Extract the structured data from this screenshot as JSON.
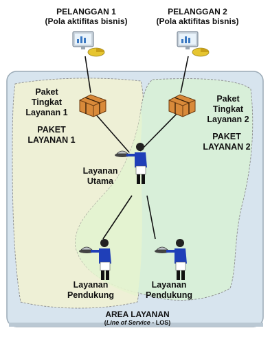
{
  "customers": [
    {
      "title": "PELANGGAN 1",
      "subtitle": "(Pola aktifitas bisnis)"
    },
    {
      "title": "PELANGGAN 2",
      "subtitle": "(Pola aktifitas bisnis)"
    }
  ],
  "sla_packages": [
    {
      "line1": "Paket",
      "line2": "Tingkat",
      "line3": "Layanan 1"
    },
    {
      "line1": "Paket",
      "line2": "Tingkat",
      "line3": "Layanan 2"
    }
  ],
  "service_packages": [
    {
      "line1": "PAKET",
      "line2": "LAYANAN 1"
    },
    {
      "line1": "PAKET",
      "line2": "LAYANAN 2"
    }
  ],
  "main_service": {
    "line1": "Layanan",
    "line2": "Utama"
  },
  "support_services": [
    {
      "line1": "Layanan",
      "line2": "Pendukung"
    },
    {
      "line1": "Layanan",
      "line2": "Pendukung"
    }
  ],
  "service_area": {
    "title": "AREA LAYANAN",
    "subtitle_italic": "Line of Service",
    "subtitle_suffix": " - LOS",
    "open_paren": "(",
    "close_paren": ")"
  },
  "colors": {
    "area_fill": "#d7e4ee",
    "area_border": "#9aa9b5",
    "zone1_fill": "#eef0d6",
    "zone2_fill": "#d8efd9",
    "overlap_fill": "#e6f3cf",
    "connector": "#111111"
  },
  "icons": {
    "customer": "computer-monitor-chart-icon",
    "package": "wrapped-parcel-icon",
    "waiter": "waiter-serving-tray-icon"
  }
}
